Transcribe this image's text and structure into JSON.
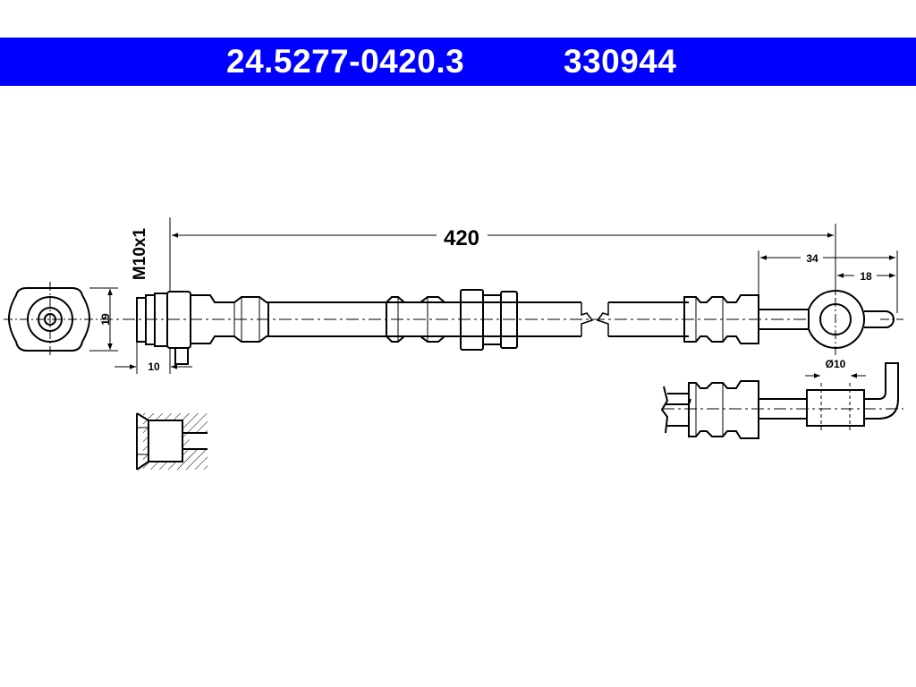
{
  "header": {
    "part_number": "24.5277-0420.3",
    "ref_number": "330944",
    "background": "#0000ff"
  },
  "dimensions": {
    "length": "420",
    "thread": "M10x1",
    "hex_width": "19",
    "fitting_length": "10",
    "banjo_offset": "34",
    "banjo_center": "18",
    "banjo_diameter": "Ø10"
  }
}
